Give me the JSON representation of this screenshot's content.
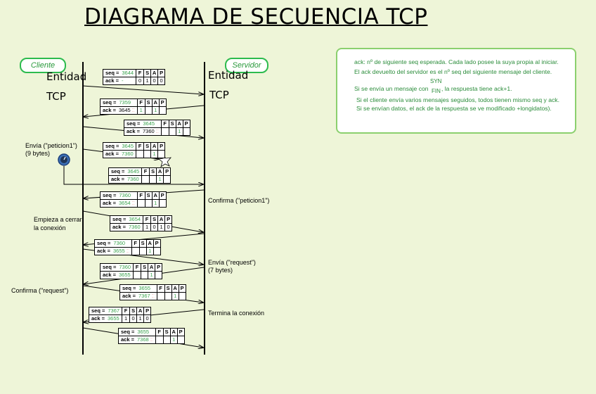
{
  "title": "DIAGRAMA DE SECUENCIA TCP",
  "client": {
    "pill": "Cliente",
    "entity": "Entidad",
    "tcp": "TCP"
  },
  "server": {
    "pill": "Servidor",
    "entity": "Entidad",
    "tcp": "TCP"
  },
  "notes": {
    "envia1": "Envía  (\"peticion1\")",
    "envia1b": "(9 bytes)",
    "confirma1": "Confirma  (\"peticion1\")",
    "cerrar1": "Empieza a cerrar",
    "cerrar2": "la conexión",
    "envia2": "Envía  (\"request\")",
    "envia2b": "(7 bytes)",
    "confirma2": "Confirma (\"request\")",
    "termina": "Termina la conexión"
  },
  "info": {
    "line1": "ack: nº de siguiente seq esperada. Cada lado posee la suya propia al iniciar.",
    "line2": "El ack devuelto del servidor es el nº seq del siguiente mensaje del cliente.",
    "line3a": "Si se envía un mensaje con",
    "syn": "SYN",
    "fin": "FIN",
    "line3b": ", la respuesta tiene ack+1.",
    "line4": "Si el cliente envía varios mensajes seguidos, todos tienen mismo seq y ack.",
    "line5": "Si se envían datos, el ack de la respuesta se ve modificado +longidatos)."
  },
  "packet_labels": {
    "seq": "seq =",
    "ack": "ack =",
    "flags": [
      "F",
      "S",
      "A",
      "P"
    ]
  },
  "packets": [
    {
      "seq": "3644",
      "ack": "-",
      "flags": [
        "0",
        "1",
        "0",
        "0"
      ]
    },
    {
      "seq": "7359",
      "ack": "3645",
      "flags": [
        "1",
        "",
        "1",
        ""
      ]
    },
    {
      "seq": "3645",
      "ack": "7360",
      "flags": [
        "",
        "",
        "1",
        ""
      ]
    },
    {
      "seq": "3645",
      "ack": "7360",
      "flags": [
        "",
        "",
        "1",
        ""
      ]
    },
    {
      "seq": "3645",
      "ack": "7360",
      "flags": [
        "",
        "",
        "1",
        ""
      ]
    },
    {
      "seq": "7360",
      "ack": "3654",
      "flags": [
        "",
        "",
        "1",
        ""
      ]
    },
    {
      "seq": "3654",
      "ack": "7360",
      "flags": [
        "1",
        "0",
        "1",
        "0"
      ]
    },
    {
      "seq": "7360",
      "ack": "3655",
      "flags": [
        "",
        "",
        "1",
        ""
      ]
    },
    {
      "seq": "7360",
      "ack": "3655",
      "flags": [
        "",
        "",
        "1",
        ""
      ]
    },
    {
      "seq": "3655",
      "ack": "7367",
      "flags": [
        "",
        "",
        "1",
        ""
      ]
    },
    {
      "seq": "7367",
      "ack": "3655",
      "flags": [
        "1",
        "0",
        "1",
        "0"
      ]
    },
    {
      "seq": "3655",
      "ack": "7368",
      "flags": [
        "",
        "",
        "1",
        ""
      ]
    }
  ]
}
